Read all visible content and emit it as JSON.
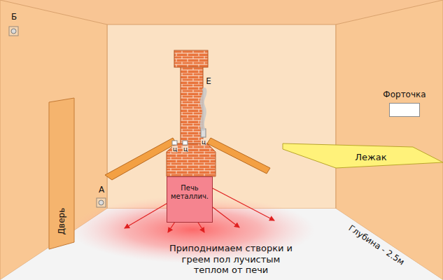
{
  "diagram": {
    "nodes": [
      {
        "text": [
          "Дверь"
        ]
      },
      {
        "text": [
          "Печь металлич."
        ]
      },
      {
        "text": [
          "Форточка"
        ]
      },
      {
        "text": [
          "Лежак"
        ]
      }
    ],
    "labels": [
      "Б",
      "А",
      "Е",
      "ц",
      "ц",
      "ц",
      "Глубина - 2.5м",
      "Приподнимаем створки и греем пол лучистым теплом от печи"
    ]
  }
}
